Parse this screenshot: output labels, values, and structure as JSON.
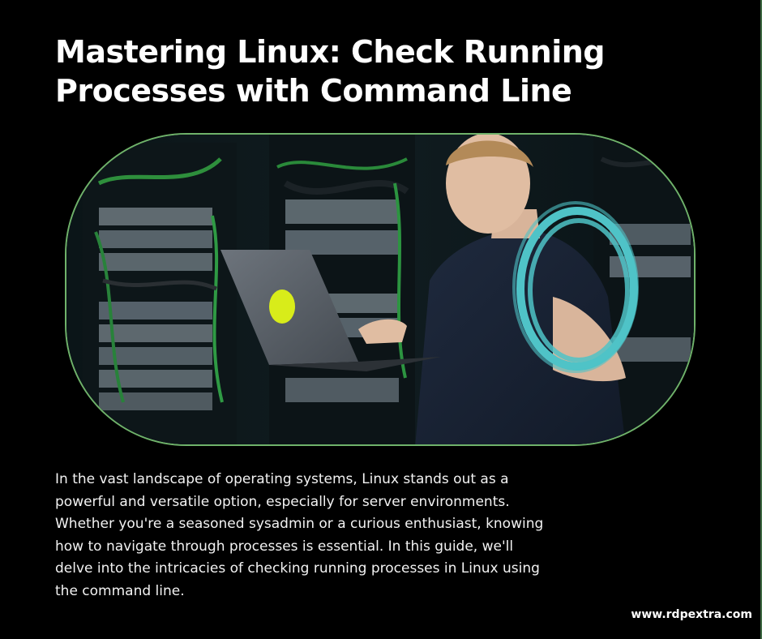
{
  "header": {
    "title": "Mastering Linux: Check Running Processes with Command Line"
  },
  "hero_image": {
    "icon": "server-room-photo"
  },
  "intro": {
    "paragraph": "In the vast landscape of operating systems, Linux stands out as a powerful and versatile option, especially for server environments. Whether you're a seasoned sysadmin or a curious enthusiast, knowing how to navigate through processes is essential. In this guide, we'll delve into the intricacies of checking running processes in Linux using the command line."
  },
  "footer": {
    "site": "www.rdpextra.com"
  },
  "colors": {
    "background": "#000000",
    "frame_border": "#6fb26a",
    "text": "#ffffff",
    "cable_accent": "#4fc3c7",
    "laptop_logo": "#d8ec1a"
  }
}
